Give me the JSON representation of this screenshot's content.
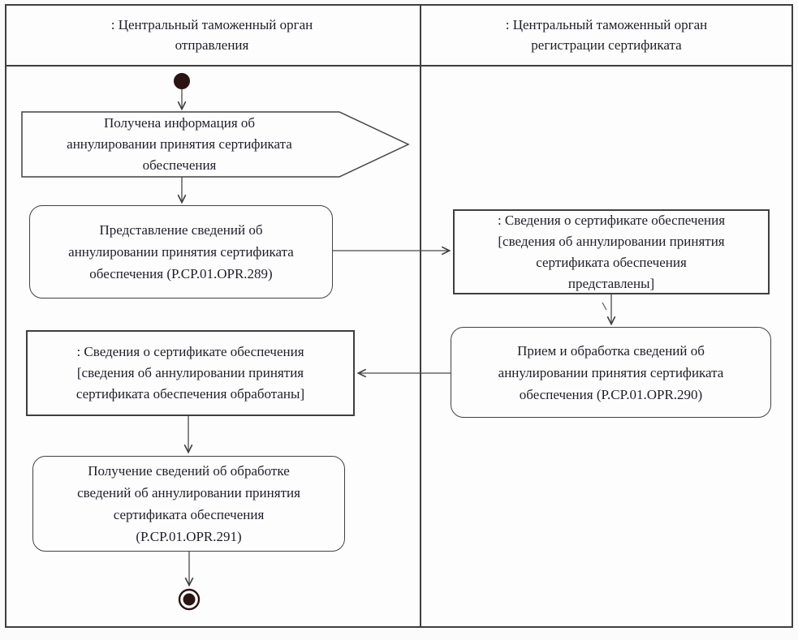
{
  "diagram": {
    "type": "uml-activity-swimlane",
    "colors": {
      "border": "#3f3f3f",
      "terminal_node": "#2c1414",
      "text": "#1e1e28",
      "node_fill": "#fdfdfd"
    },
    "lanes": [
      {
        "title_line1": ": Центральный таможенный орган",
        "title_line2": "отправления"
      },
      {
        "title_line1": ": Центральный таможенный орган",
        "title_line2": "регистрации сертификата"
      }
    ],
    "nodes": {
      "signal": {
        "lines": [
          "Получена информация об",
          "аннулировании принятия сертификата",
          "обеспечения"
        ]
      },
      "action1": {
        "lines": [
          "Представление сведений об",
          "аннулировании принятия сертификата",
          "обеспечения (P.CP.01.OPR.289)"
        ]
      },
      "object_right": {
        "lines": [
          ": Сведения о сертификате обеспечения",
          "[сведения об аннулировании принятия",
          "сертификата обеспечения",
          "представлены]"
        ]
      },
      "action2": {
        "lines": [
          "Прием и обработка сведений об",
          "аннулировании принятия сертификата",
          "обеспечения (P.CP.01.OPR.290)"
        ]
      },
      "object_left": {
        "lines": [
          ": Сведения о сертификате обеспечения",
          "[сведения об аннулировании принятия",
          "сертификата обеспечения обработаны]"
        ]
      },
      "action3": {
        "lines": [
          "Получение сведений об обработке",
          "сведений об аннулировании принятия",
          "сертификата обеспечения",
          "(P.CP.01.OPR.291)"
        ]
      }
    }
  }
}
